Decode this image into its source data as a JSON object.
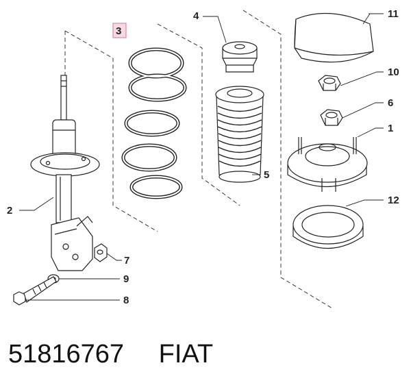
{
  "callouts": {
    "c1": "1",
    "c2": "2",
    "c3": "3",
    "c4": "4",
    "c5": "5",
    "c6": "6",
    "c7": "7",
    "c8": "8",
    "c9": "9",
    "c10": "10",
    "c11": "11",
    "c12": "12"
  },
  "caption": {
    "part_number": "51816767",
    "brand": "FIAT"
  },
  "colors": {
    "line": "#222222",
    "highlight_border": "#d98aa0",
    "highlight_fill": "#f6d9e1"
  }
}
